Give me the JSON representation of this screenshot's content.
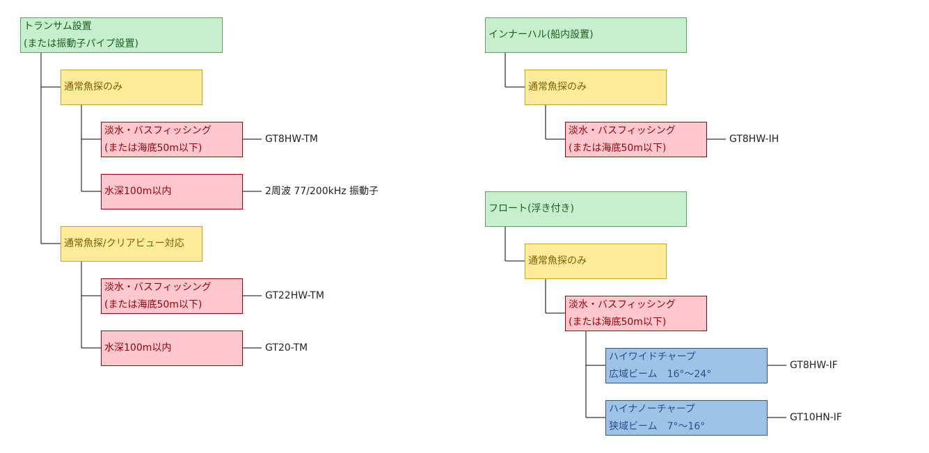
{
  "left_tree": {
    "root": {
      "line1": "トランサム設置",
      "line2": "(または振動子パイプ設置)"
    },
    "branch_a": {
      "label": "通常魚探のみ",
      "leaf1": {
        "line1": "淡水・バスフィッシング",
        "line2": "(または海底50m以下)",
        "model": "GT8HW-TM"
      },
      "leaf2": {
        "line1": "水深100m以内",
        "model": "2周波 77/200kHz 振動子"
      }
    },
    "branch_b": {
      "label": "通常魚探/クリアビュー対応",
      "leaf1": {
        "line1": "淡水・バスフィッシング",
        "line2": "(または海底50m以下)",
        "model": "GT22HW-TM"
      },
      "leaf2": {
        "line1": "水深100m以内",
        "model": "GT20-TM"
      }
    }
  },
  "right_top_tree": {
    "root": {
      "line1": "インナーハル(船内設置)"
    },
    "branch": {
      "label": "通常魚探のみ",
      "leaf": {
        "line1": "淡水・バスフィッシング",
        "line2": "(または海底50m以下)",
        "model": "GT8HW-IH"
      }
    }
  },
  "right_bottom_tree": {
    "root": {
      "line1": "フロート(浮き付き)"
    },
    "branch": {
      "label": "通常魚探のみ",
      "leaf": {
        "line1": "淡水・バスフィッシング",
        "line2": "(または海底50m以下)",
        "sub1": {
          "line1": "ハイワイドチャープ",
          "line2": "広域ビーム　16°～24°",
          "model": "GT8HW-IF"
        },
        "sub2": {
          "line1": "ハイナノーチャープ",
          "line2": "狭域ビーム　7°～16°",
          "model": "GT10HN-IF"
        }
      }
    }
  },
  "colors": {
    "root": "#c6efce",
    "branch": "#ffeb9c",
    "leaf": "#ffc7ce",
    "sub": "#9dc3e6",
    "connector": "#000000"
  }
}
